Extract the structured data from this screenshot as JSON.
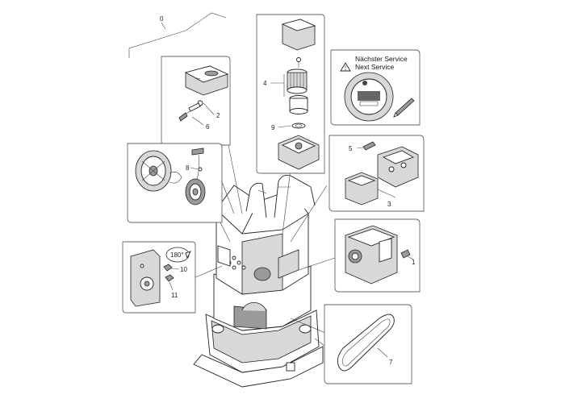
{
  "callouts": {
    "assembly": "0",
    "p1": "1",
    "p2": "2",
    "p3": "3",
    "p4": "4",
    "p5": "5",
    "p6": "6",
    "p7": "7",
    "p8": "8",
    "p9": "9",
    "p10": "10",
    "p11": "11"
  },
  "rotation_label": "180°",
  "service_label": {
    "line_de": "Nächster Service",
    "line_en": "Next Service"
  }
}
